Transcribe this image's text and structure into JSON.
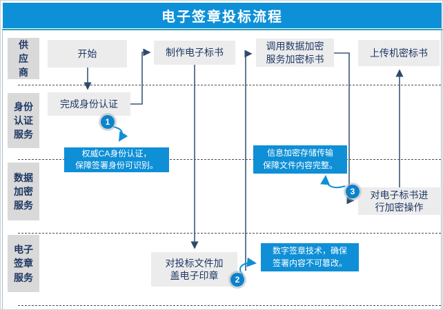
{
  "title": "电子签章投标流程",
  "colors": {
    "banner_blue": "#0D90D8",
    "callout_blue": "#0E8FD6",
    "badge_blue": "#0C82CC",
    "node_gray": "#ECECEC",
    "lane_label_gray": "#D9D9D9",
    "text_navy": "#1F3864",
    "connector_navy": "#35506F",
    "lane_top_teal": "#2E9BB5"
  },
  "lanes": [
    {
      "id": "supplier",
      "label": "供\n应\n商"
    },
    {
      "id": "identity",
      "label": "身份\n认证\n服务"
    },
    {
      "id": "encryption",
      "label": "数据\n加密\n服务"
    },
    {
      "id": "signature",
      "label": "电子\n签章\n服务"
    }
  ],
  "nodes": [
    {
      "id": "start",
      "label": "开始"
    },
    {
      "id": "make-bid",
      "label": "制作电子标书"
    },
    {
      "id": "call-encrypt",
      "label": "调用数据加密\n服务加密标书"
    },
    {
      "id": "upload",
      "label": "上传机密标书"
    },
    {
      "id": "complete-auth",
      "label": "完成身份认证"
    },
    {
      "id": "encrypt-op",
      "label": "对电子标书进\n行加密操作"
    },
    {
      "id": "seal",
      "label": "对投标文件加\n盖电子印章"
    }
  ],
  "callouts": [
    {
      "num": "1",
      "text": "权威CA身份认证，\n保障签署身份可识别。"
    },
    {
      "num": "2",
      "text": "数字签章技术，确保\n签署内容不可篡改。"
    },
    {
      "num": "3",
      "text": "信息加密存储传输\n保障文件内容完整。"
    }
  ],
  "badges": {
    "one": "1",
    "two": "2",
    "three": "3"
  }
}
